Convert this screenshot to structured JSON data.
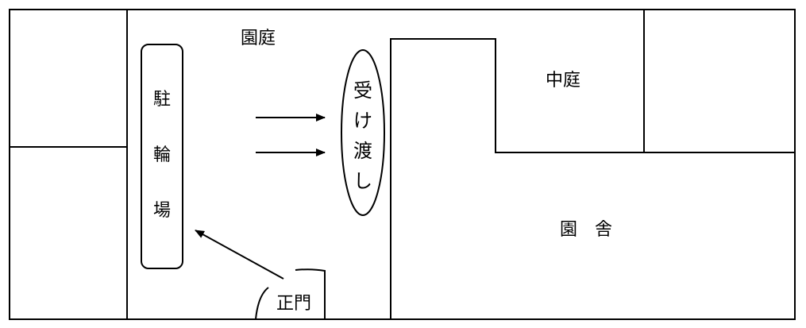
{
  "labels": {
    "garden": "園庭",
    "courtyard": "中庭",
    "school_building": "園　舎",
    "bicycle_parking": [
      "駐",
      "輪",
      "場"
    ],
    "handover": [
      "受",
      "け",
      "渡",
      "し"
    ],
    "main_gate": "正門"
  },
  "colors": {
    "line": "#000000",
    "background": "#ffffff"
  }
}
